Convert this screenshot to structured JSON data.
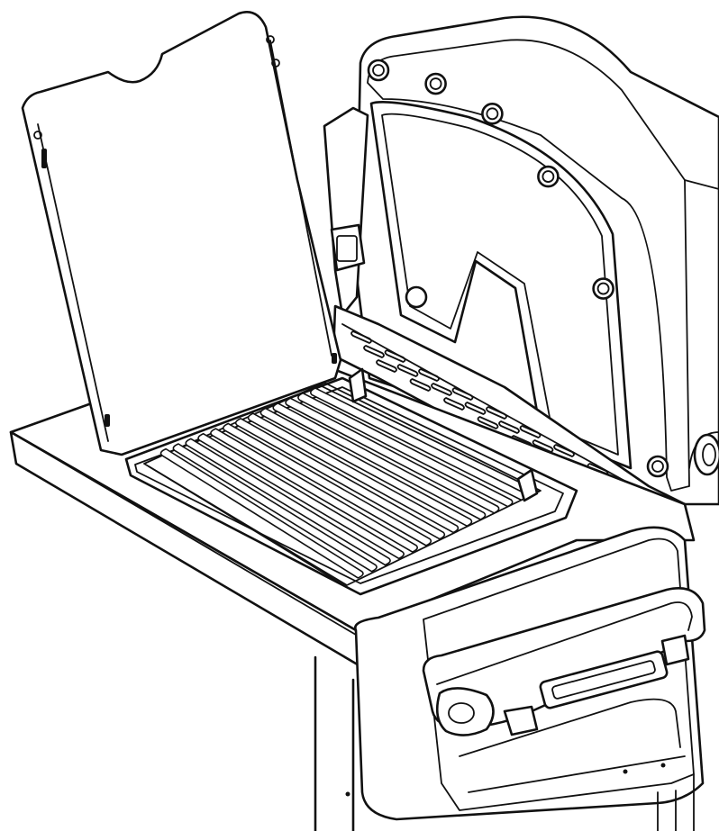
{
  "illustration": {
    "background": "#ffffff",
    "line_color": "#111111"
  },
  "grate": {
    "rod_count": 13
  },
  "lid": {
    "bolt_count": 6
  },
  "heat_shield": {
    "vent_rows": 3,
    "vents_per_row": 9
  }
}
